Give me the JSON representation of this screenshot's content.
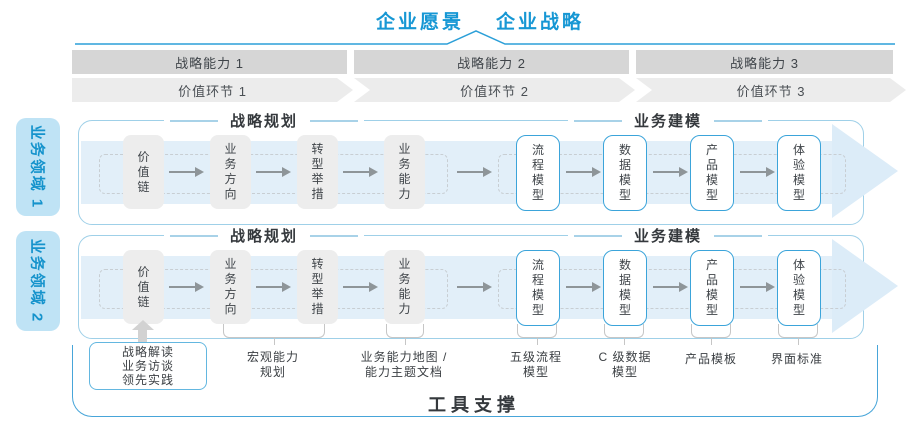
{
  "title": {
    "vision": "企业愿景",
    "strategy": "企业战略"
  },
  "strategy_bars": [
    "战略能力 1",
    "战略能力 2",
    "战略能力 3"
  ],
  "value_links": [
    "价值环节 1",
    "价值环节 2",
    "价值环节 3"
  ],
  "domains": [
    "业务领域 1",
    "业务领域 2"
  ],
  "headers": {
    "planning": "战略规划",
    "modeling": "业务建模"
  },
  "boxes": {
    "planning": [
      "价值链",
      "业务方向",
      "转型举措",
      "业务能力"
    ],
    "modeling": [
      "流程模型",
      "数据模型",
      "产品模型",
      "体验模型"
    ]
  },
  "notes": {
    "interview": [
      "战略解读",
      "业务访谈",
      "领先实践"
    ],
    "macro": [
      "宏观能力",
      "规划"
    ],
    "capmap": [
      "业务能力地图 /",
      "能力主题文档"
    ],
    "process": [
      "五级流程",
      "模型"
    ],
    "data": [
      "C 级数据",
      "模型"
    ],
    "product": "产品模板",
    "ui": "界面标准"
  },
  "footer": {
    "label": "工具支撑"
  },
  "colors": {
    "accent_blue": "#1697D4",
    "line_blue": "#2B9FD8",
    "panel_border": "#9FD0E8",
    "box_border": "#3BA4DA",
    "tile_bg": "#BFE3F5",
    "band_bg": "#E2EFF9",
    "bar_bg": "#D6D6D6",
    "chevron_bg": "#ECECEC",
    "node_bg": "#EDEDED",
    "container_border": "#47A5D9",
    "text_dark": "#3C4044",
    "arrow_gray": "#8E9599"
  }
}
